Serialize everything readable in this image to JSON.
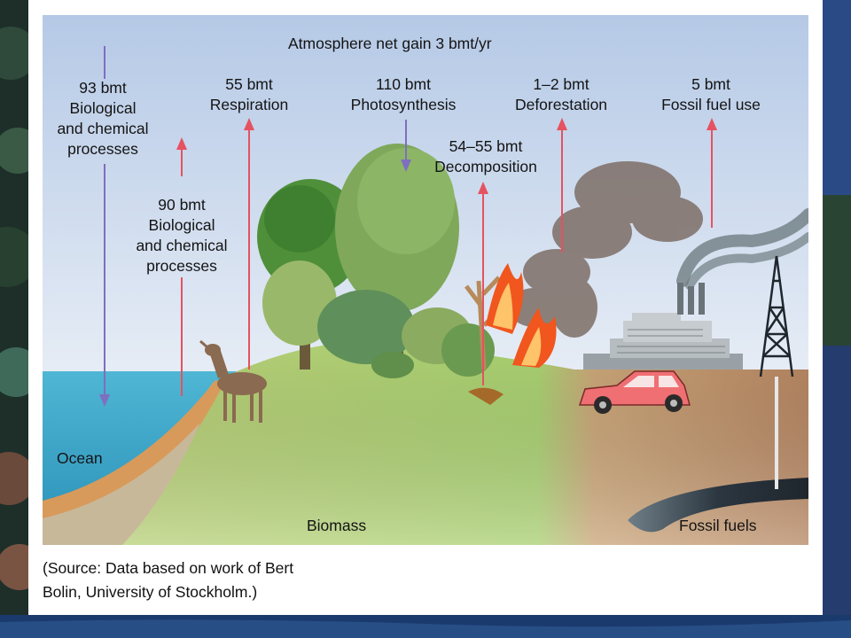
{
  "colors": {
    "release_arrow": "#e55260",
    "uptake_arrow": "#7e6fbf",
    "sky_top": "#b5c9e6",
    "sky_bottom": "#e8eef6",
    "ocean": "#3aa4c8",
    "land": "#b9cf78",
    "soil": "#b58561",
    "fossil_layer": "#2b3640"
  },
  "labels": {
    "atmosphere": "Atmosphere net gain 3 bmt/yr",
    "ocean_uptake": [
      "93 bmt",
      "Biological",
      "and chemical",
      "processes"
    ],
    "ocean_release": [
      "90 bmt",
      "Biological",
      "and chemical",
      "processes"
    ],
    "respiration": [
      "55 bmt",
      "Respiration"
    ],
    "photosynthesis": [
      "110 bmt",
      "Photosynthesis"
    ],
    "decomposition": [
      "54–55 bmt",
      "Decomposition"
    ],
    "deforestation": [
      "1–2 bmt",
      "Deforestation"
    ],
    "fossil_fuel_use": [
      "5 bmt",
      "Fossil fuel use"
    ],
    "ocean": "Ocean",
    "biomass": "Biomass",
    "fossil_fuels": "Fossil fuels"
  },
  "source": [
    "(Source: Data based on work of Bert",
    "Bolin, University of Stockholm.)"
  ]
}
